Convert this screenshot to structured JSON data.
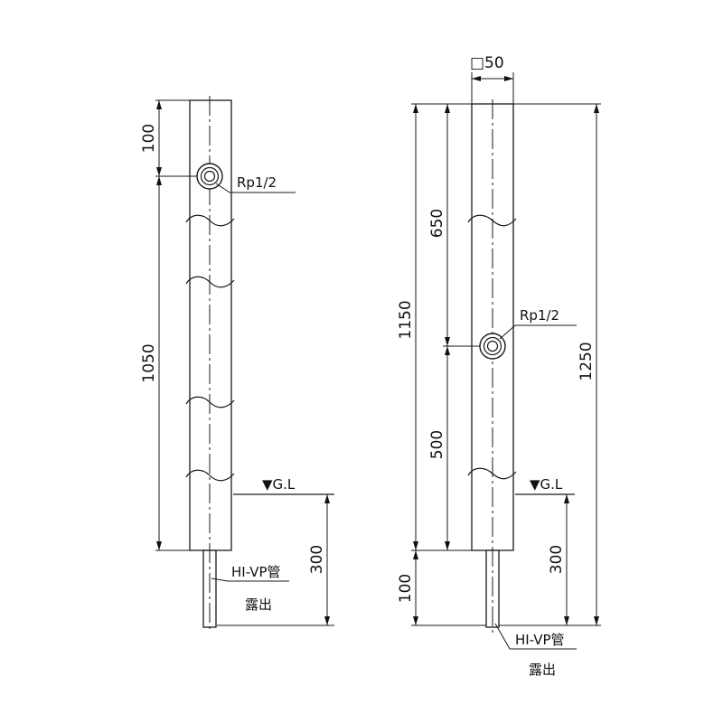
{
  "left_view": {
    "dims": {
      "top": "100",
      "main": "1050",
      "pipe_depth": "300"
    },
    "outlet_label": "Rp1/2",
    "ground_label": "▼G.L",
    "pipe_label": "HI-VP管",
    "pipe_sub_label": "露出"
  },
  "right_view": {
    "width_label": "□50",
    "dims": {
      "upper": "650",
      "lower": "500",
      "between_ends": "1150",
      "total": "1250",
      "bottom": "100",
      "pipe_depth": "300"
    },
    "outlet_label": "Rp1/2",
    "ground_label": "▼G.L",
    "pipe_label": "HI-VP管",
    "pipe_sub_label": "露出"
  }
}
